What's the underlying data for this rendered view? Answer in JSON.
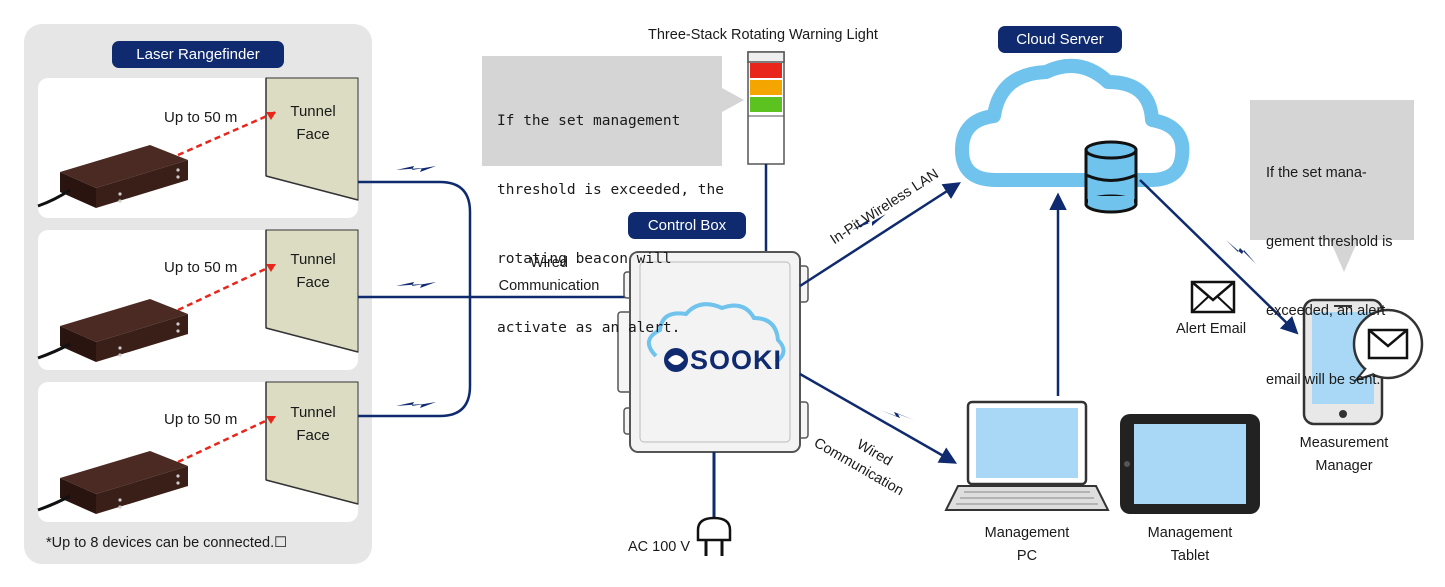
{
  "rangefinder_group": {
    "title": "Laser Rangefinder",
    "units": [
      {
        "range_label": "Up to 50 m",
        "face_line1": "Tunnel",
        "face_line2": "Face"
      },
      {
        "range_label": "Up to 50 m",
        "face_line1": "Tunnel",
        "face_line2": "Face"
      },
      {
        "range_label": "Up to 50 m",
        "face_line1": "Tunnel",
        "face_line2": "Face"
      }
    ],
    "note": "*Up to 8 devices can be connected.☐"
  },
  "wired_link_left": {
    "line1": "Wired",
    "line2": "Communication"
  },
  "warning_light": {
    "title": "Three-Stack Rotating Warning Light",
    "callout": [
      "If the set management",
      "threshold is exceeded, the",
      "rotating beacon will",
      "activate as an alert."
    ],
    "colors": {
      "red": "#e8261c",
      "amber": "#f5a500",
      "green": "#5cc21f"
    }
  },
  "control_box": {
    "title": "Control Box",
    "brand": "SOOKI",
    "power_label": "AC 100 V"
  },
  "cloud": {
    "title": "Cloud Server"
  },
  "wireless_label": "In-Pit Wireless LAN",
  "wired_link_right": {
    "line1": "Wired",
    "line2": "Communication"
  },
  "alert_email": {
    "label": "Alert Email",
    "icon": "envelope-icon"
  },
  "email_callout": [
    "If the set mana-",
    "gement threshold is",
    "exceeded, an alert",
    "email will be sent."
  ],
  "management_pc": {
    "line1": "Management",
    "line2": "PC"
  },
  "management_tablet": {
    "line1": "Management",
    "line2": "Tablet"
  },
  "measurement_manager": {
    "line1": "Measurement",
    "line2": "Manager"
  },
  "colors": {
    "navy": "#0f2a6e",
    "link_blue": "#1a3a8c",
    "cloud_blue": "#6fc3ec",
    "panel_gray": "#e8e8e8",
    "face_beige": "#dcdcc3",
    "callout_gray": "#d5d5d5"
  }
}
